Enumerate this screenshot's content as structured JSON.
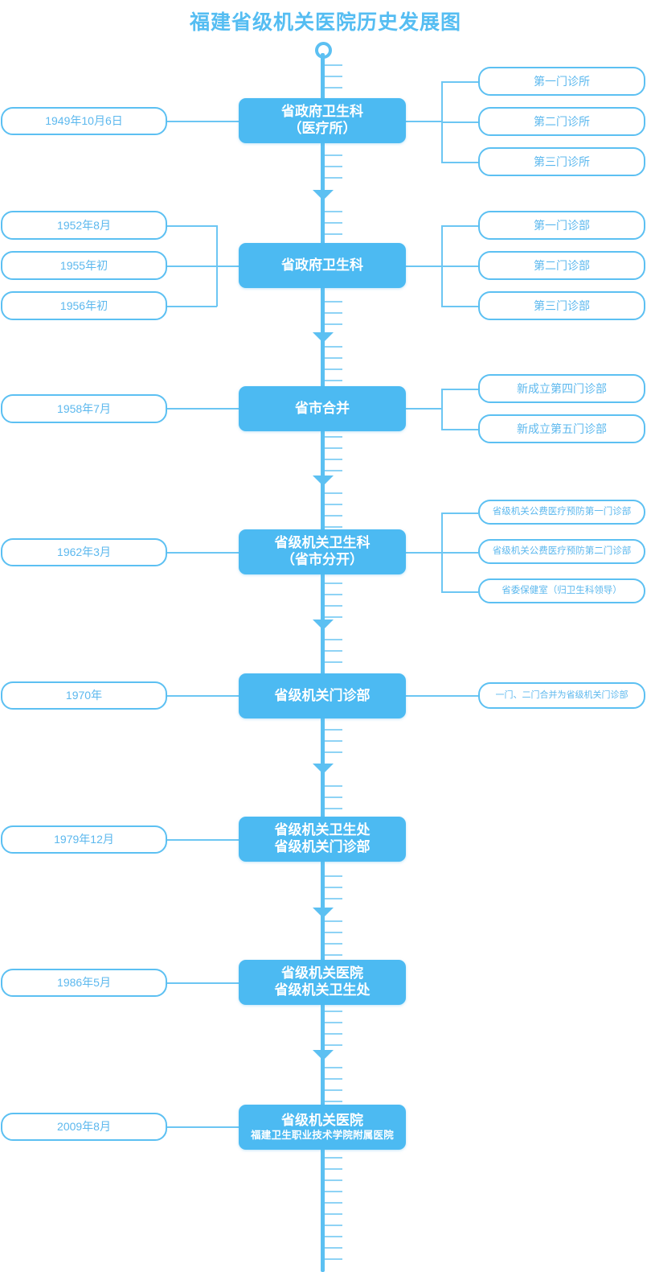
{
  "title": "福建省级机关医院历史发展图",
  "theme": {
    "accent": "#4cbaf2",
    "outline": "#5cc0f2",
    "text_on_accent": "#ffffff",
    "pill_text": "#5cb8ee",
    "background": "#ffffff",
    "tick": "#8ed3f5"
  },
  "chart_data": {
    "type": "timeline",
    "title": "福建省级机关医院历史发展图",
    "orientation": "vertical",
    "axis": {
      "cap": "circle",
      "ticks": true,
      "arrows": "down"
    },
    "stages": [
      {
        "id": "s1",
        "dates": [
          "1949年10月6日"
        ],
        "node": {
          "line1": "省政府卫生科",
          "line2": "（医疗所）"
        },
        "branches": [
          "第一门诊所",
          "第二门诊所",
          "第三门诊所"
        ]
      },
      {
        "id": "s2",
        "dates": [
          "1952年8月",
          "1955年初",
          "1956年初"
        ],
        "node": {
          "line1": "省政府卫生科",
          "line2": ""
        },
        "branches": [
          "第一门诊部",
          "第二门诊部",
          "第三门诊部"
        ]
      },
      {
        "id": "s3",
        "dates": [
          "1958年7月"
        ],
        "node": {
          "line1": "省市合并",
          "line2": ""
        },
        "branches": [
          "新成立第四门诊部",
          "新成立第五门诊部"
        ]
      },
      {
        "id": "s4",
        "dates": [
          "1962年3月"
        ],
        "node": {
          "line1": "省级机关卫生科",
          "line2": "（省市分开）"
        },
        "branches": [
          "省级机关公费医疗预防第一门诊部",
          "省级机关公费医疗预防第二门诊部",
          "省委保健室（归卫生科领导）"
        ]
      },
      {
        "id": "s5",
        "dates": [
          "1970年"
        ],
        "node": {
          "line1": "省级机关门诊部",
          "line2": ""
        },
        "branches": [
          "一门、二门合并为省级机关门诊部"
        ]
      },
      {
        "id": "s6",
        "dates": [
          "1979年12月"
        ],
        "node": {
          "line1": "省级机关卫生处",
          "line2": "省级机关门诊部"
        },
        "branches": []
      },
      {
        "id": "s7",
        "dates": [
          "1986年5月"
        ],
        "node": {
          "line1": "省级机关医院",
          "line2": "省级机关卫生处"
        },
        "branches": []
      },
      {
        "id": "s8",
        "dates": [
          "2009年8月"
        ],
        "node": {
          "line1": "省级机关医院",
          "line2": "福建卫生职业技术学院附属医院"
        },
        "branches": []
      }
    ]
  }
}
